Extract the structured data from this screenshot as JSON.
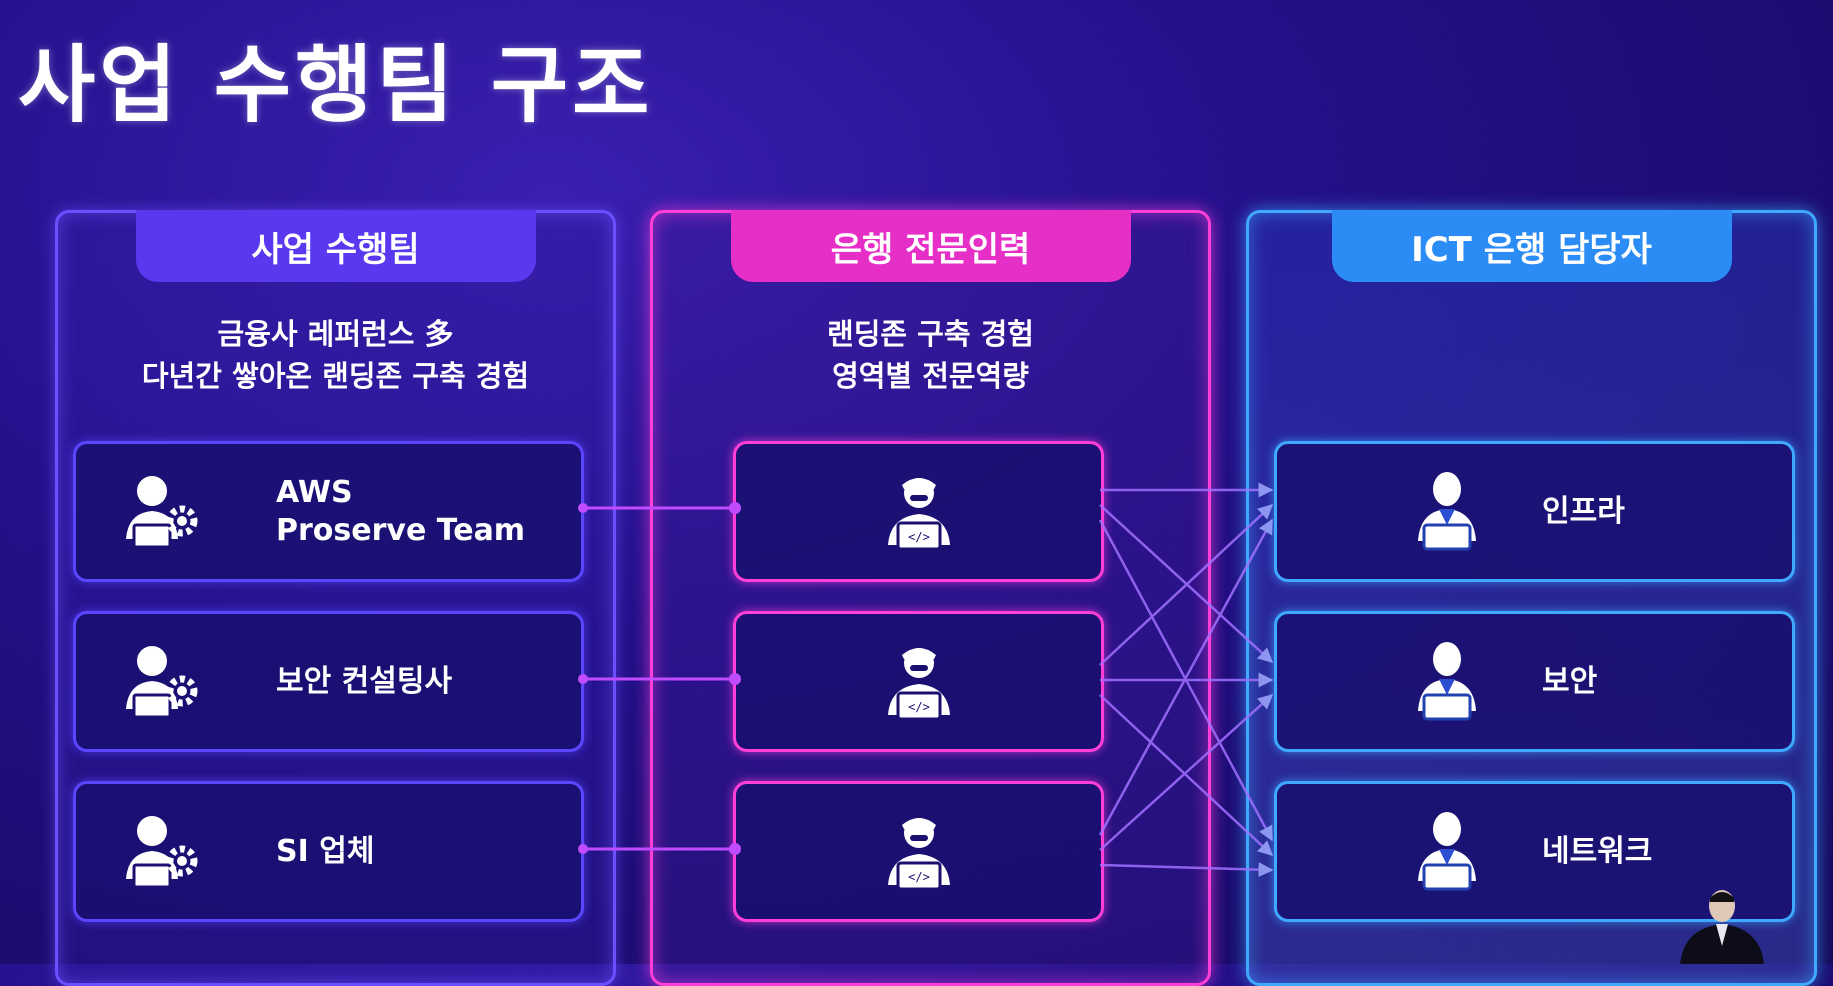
{
  "title": "사업 수행팀 구조",
  "columns": [
    {
      "heading": "사업 수행팀",
      "description": [
        "금융사 레퍼런스 多",
        "다년간 쌓아온 랜딩존 구축 경험"
      ],
      "items": [
        {
          "label_lines": [
            "AWS",
            "Proserve Team"
          ],
          "icon": "person-laptop-gear-icon"
        },
        {
          "label_lines": [
            "보안 컨설팅사"
          ],
          "icon": "person-laptop-gear-icon"
        },
        {
          "label_lines": [
            "SI 업체"
          ],
          "icon": "person-laptop-gear-icon"
        }
      ]
    },
    {
      "heading": "은행 전문인력",
      "description": [
        "랜딩존 구축 경험",
        "영역별 전문역량"
      ],
      "items": [
        {
          "icon": "developer-icon"
        },
        {
          "icon": "developer-icon"
        },
        {
          "icon": "developer-icon"
        }
      ]
    },
    {
      "heading": "ICT 은행 담당자",
      "description": [],
      "items": [
        {
          "label_lines": [
            "인프라"
          ],
          "icon": "person-laptop-icon"
        },
        {
          "label_lines": [
            "보안"
          ],
          "icon": "person-laptop-icon"
        },
        {
          "label_lines": [
            "네트워크"
          ],
          "icon": "person-laptop-icon"
        }
      ]
    }
  ],
  "colors": {
    "col1": "#6a50ff",
    "col2": "#ff3fd8",
    "col3": "#3fa8ff"
  }
}
